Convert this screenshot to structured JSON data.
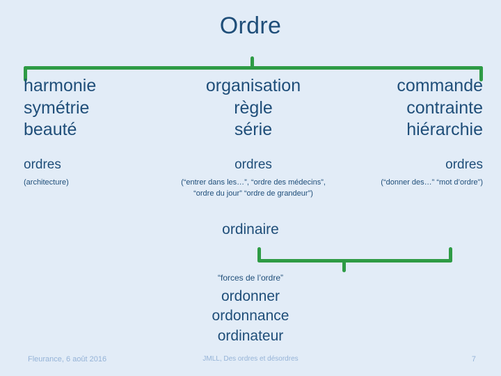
{
  "slide": {
    "title": "Ordre",
    "accent_color": "#2e9b45",
    "text_color": "#1f4e79",
    "background_color": "#e2ecf7",
    "footer_color": "#95b3d7",
    "columns": [
      {
        "big_words": [
          "harmonie",
          "symétrie",
          "beauté"
        ],
        "mid_word": "ordres",
        "note": "(architecture)"
      },
      {
        "big_words": [
          "organisation",
          "règle",
          "série"
        ],
        "mid_word": "ordres",
        "note": "(“entrer dans les…”, “ordre des médecins”, “ordre du jour” “ordre de grandeur”)"
      },
      {
        "big_words": [
          "commande",
          "contrainte",
          "hiérarchie"
        ],
        "mid_word": "ordres",
        "note": "(“donner des…” “mot d’ordre”)"
      }
    ],
    "ordinaire": "ordinaire",
    "forces": "“forces de l’ordre”",
    "derived_words": [
      "ordonner",
      "ordonnance",
      "ordinateur"
    ]
  },
  "footer": {
    "left": "Fleurance, 6 août 2016",
    "center": "JMLL, Des ordres et désordres",
    "page": "7"
  }
}
